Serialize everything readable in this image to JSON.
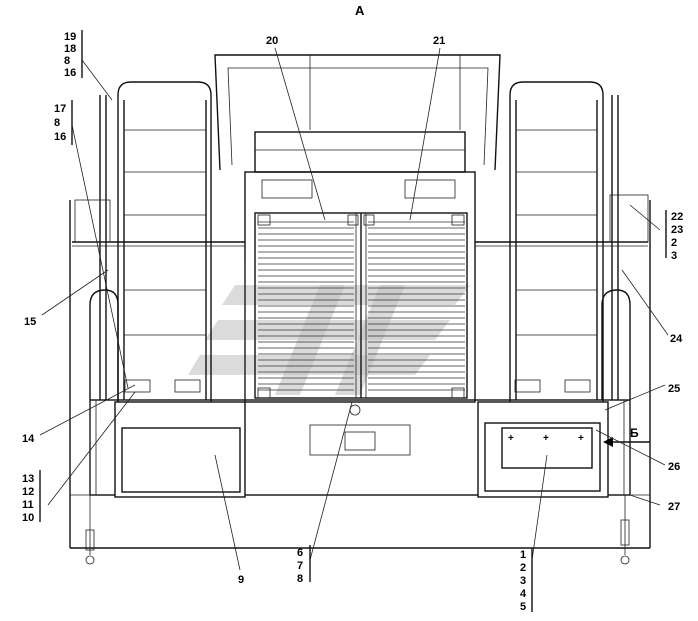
{
  "view_label": "А",
  "arrow_label": "Б",
  "callouts": {
    "c19_18_8_16": [
      "19",
      "18",
      "8",
      "16"
    ],
    "c17_8_16": [
      "17",
      "8",
      "16"
    ],
    "c20": "20",
    "c21": "21",
    "c22_23_2_3": [
      "22",
      "23",
      "2",
      "3"
    ],
    "c15": "15",
    "c24": "24",
    "c25": "25",
    "c14": "14",
    "c26": "26",
    "c13_12_11_10": [
      "13",
      "12",
      "11",
      "10"
    ],
    "c27": "27",
    "c9": "9",
    "c6_7_8": [
      "6",
      "7",
      "8"
    ],
    "c1_5": [
      "1",
      "2",
      "3",
      "4",
      "5"
    ]
  }
}
